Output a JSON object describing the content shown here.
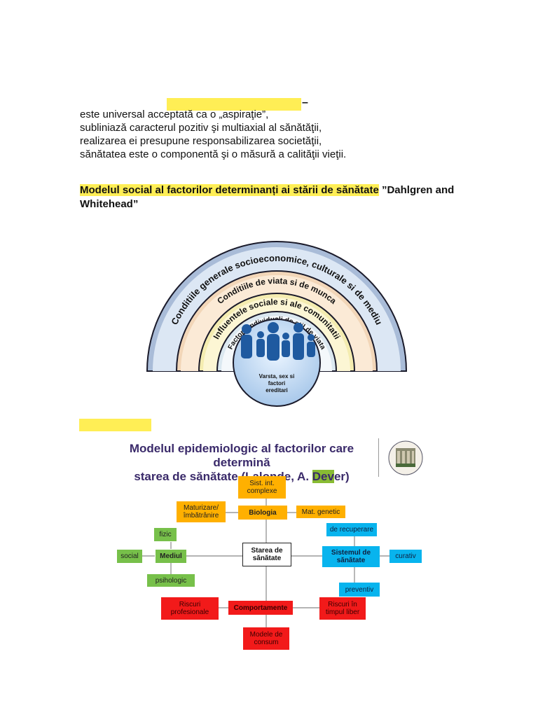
{
  "top": {
    "dash": "–",
    "bullets": [
      "este universal acceptată ca o „aspiraţie”,",
      "subliniază caracterul pozitiv şi multiaxial al sănătăţii,",
      "realizarea ei presupune responsabilizarea societăţii,",
      "sănătatea este o componentă şi o măsură a calităţii vieţii."
    ]
  },
  "heading": {
    "highlighted": "Modelul social al factorilor determinanți ai stării de sănătate",
    "rest": " ”Dahlgren and Whitehead”"
  },
  "rainbow": {
    "arc1": "Conditiile generale socioeconomice, culturale si de mediu",
    "arc2": "Conditiile de viata si de munca",
    "arc3": "Influentele sociale si ale comunitatii",
    "arc4": "Factorii individuali de stil de viata",
    "core_line1": "Varsta, sex si",
    "core_line2": "factori",
    "core_line3": "ereditari"
  },
  "lalonde": {
    "title_line1": "Modelul epidemiologic al factorilor care determină",
    "title_line2_a": "starea de sănătate (Lalonde, A. ",
    "title_line2_hl": "Dev",
    "title_line2_b": "er)",
    "center": "Starea de sănătate",
    "biologia": "Biologia",
    "sist_int": "Sist. int. complexe",
    "maturizare": "Maturizare/ îmbătrânire",
    "mat_genetic": "Mat. genetic",
    "mediul": "Mediul",
    "fizic": "fizic",
    "social": "social",
    "psihologic": "psihologic",
    "sistemul": "Sistemul de sănătate",
    "recuperare": "de recuperare",
    "curativ": "curativ",
    "preventiv": "preventiv",
    "comportamente": "Comportamente",
    "riscuri_prof": "Riscuri profesionale",
    "riscuri_liber": "Riscuri în timpul liber",
    "modele": "Modele de consum"
  },
  "colors": {
    "highlight": "#ffee55",
    "orange": "#ffb000",
    "green": "#77c04a",
    "blue": "#08b4ee",
    "red": "#f21a1a"
  }
}
